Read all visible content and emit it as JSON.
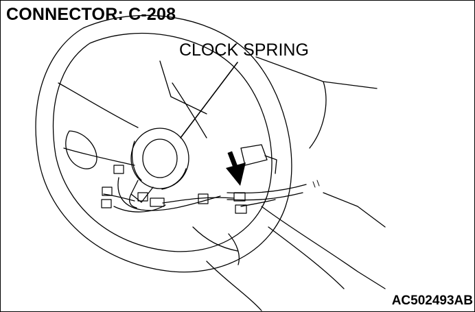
{
  "diagram": {
    "title": "CONNECTOR: C-208",
    "callout_label": "CLOCK SPRING",
    "figure_id": "AC502493AB"
  },
  "colors": {
    "line": "#000000",
    "background": "#ffffff"
  }
}
